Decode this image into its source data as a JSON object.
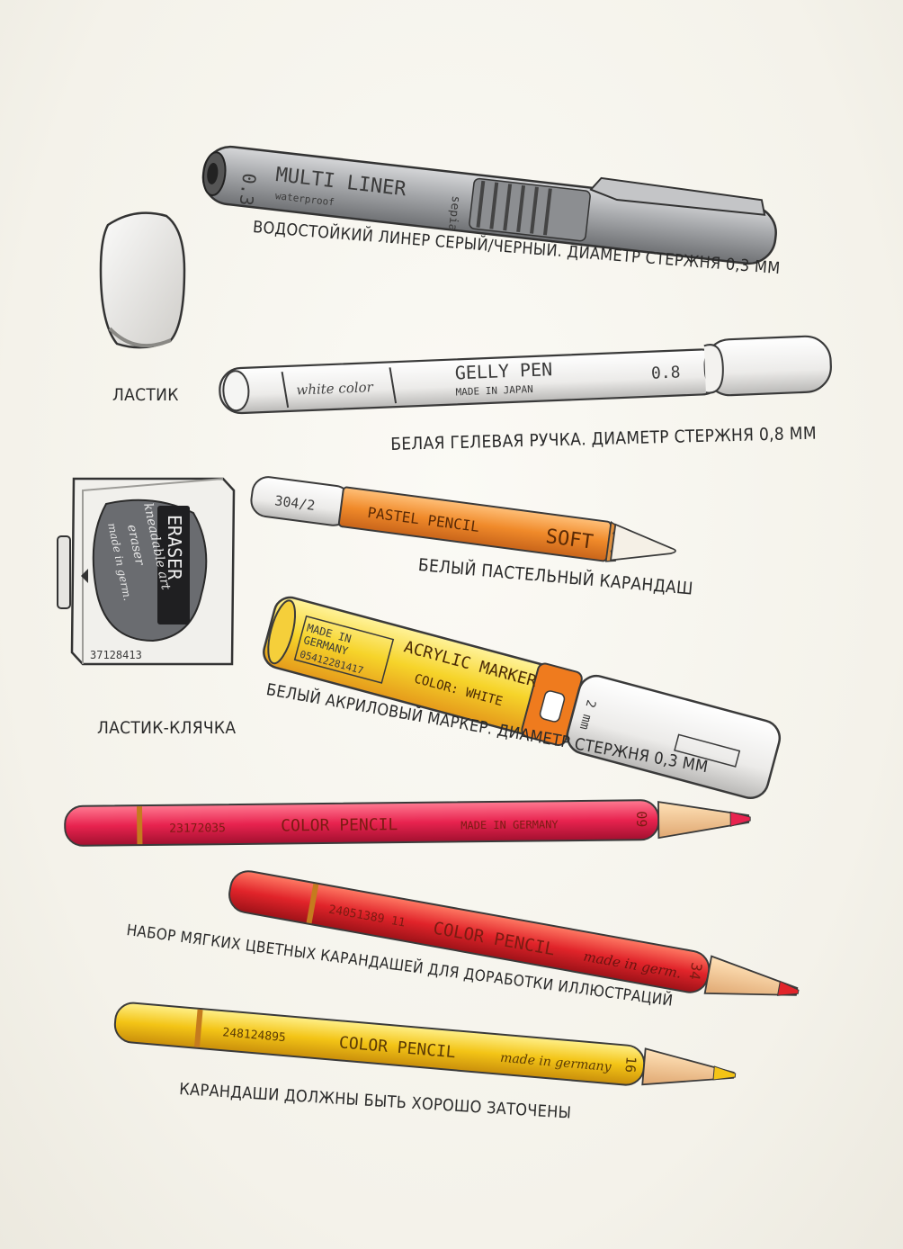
{
  "captions": {
    "liner": "Водостойкий линер серый/черный. Диаметр стержня 0,3 мм",
    "eraser": "Ластик",
    "gel_pen": "Белая гелевая ручка. Диаметр стержня 0,8 мм",
    "kneaded_eraser": "Ластик-клячка",
    "pastel": "Белый пастельный карандаш",
    "acrylic": "Белый акриловый маркер. Диаметр стержня 0,3 мм",
    "color_pencils": "Набор мягких цветных карандашей для доработки иллюстраций",
    "sharpened": "Карандаши должны быть хорошо заточены"
  },
  "liner": {
    "size": "0.3",
    "brand": "MULTI LINER",
    "sub": "waterproof",
    "side": "sepia"
  },
  "gel_pen": {
    "note": "white color",
    "brand": "GELLY PEN",
    "origin": "MADE IN JAPAN",
    "size": "0.8"
  },
  "kneaded_eraser": {
    "brand": "ERASER",
    "line1": "kneadable art",
    "line2": "eraser",
    "line3": "made in germ.",
    "code": "37128413"
  },
  "pastel": {
    "code": "304/2",
    "brand": "PASTEL PENCIL",
    "type": "SOFT"
  },
  "acrylic": {
    "brand": "ACRYLIC MARKER",
    "origin1": "MADE IN",
    "origin2": "GERMANY",
    "code": "05412281417",
    "color": "COLOR: WHITE",
    "size": "2 mm"
  },
  "pencils": [
    {
      "code": "23172035",
      "brand": "COLOR PENCIL",
      "origin": "MADE IN GERMANY",
      "num": "09"
    },
    {
      "code": "24051389 11",
      "brand": "COLOR PENCIL",
      "origin": "made in germ.",
      "num": "34"
    },
    {
      "code": "248124895",
      "brand": "COLOR PENCIL",
      "origin": "made in germany",
      "num": "16"
    }
  ],
  "colors": {
    "paper": "#f6f4ee",
    "grey": "#a9abae",
    "dark": "#3a3a3a",
    "orange": "#f08a2a",
    "yellow": "#f6c21e",
    "magenta": "#e8234f",
    "red": "#e1242a",
    "pencil_yellow": "#f3c416"
  }
}
